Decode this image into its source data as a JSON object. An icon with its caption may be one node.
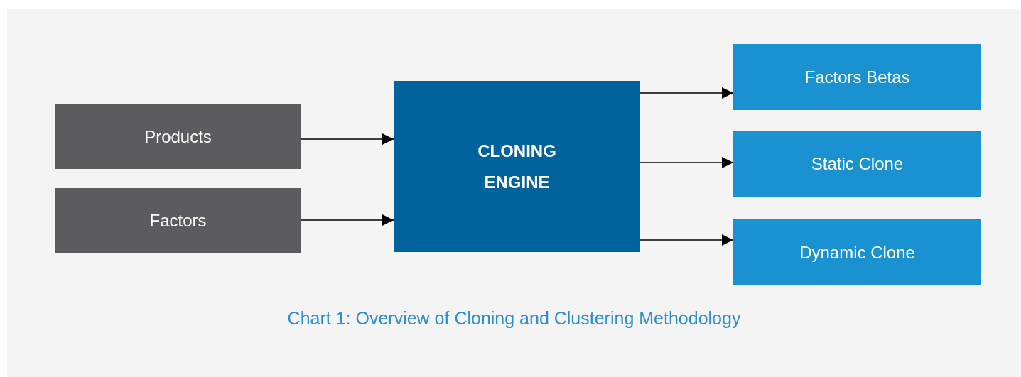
{
  "diagram": {
    "caption": "Chart 1: Overview of Cloning and Clustering Methodology",
    "nodes": [
      {
        "text": [
          "Products"
        ]
      },
      {
        "text": [
          "Factors"
        ]
      },
      {
        "text": [
          "CLONING ENGINE"
        ]
      },
      {
        "text": [
          "Factors Betas"
        ]
      },
      {
        "text": [
          "Static Clone"
        ]
      },
      {
        "text": [
          "Dynamic Clone"
        ]
      }
    ],
    "edges": [
      {
        "from": 0,
        "to": 2,
        "arrow": "to"
      },
      {
        "from": 1,
        "to": 2,
        "arrow": "to"
      },
      {
        "from": 2,
        "to": 3,
        "arrow": "to"
      },
      {
        "from": 2,
        "to": 4,
        "arrow": "to"
      },
      {
        "from": 2,
        "to": 5,
        "arrow": "to"
      }
    ]
  }
}
